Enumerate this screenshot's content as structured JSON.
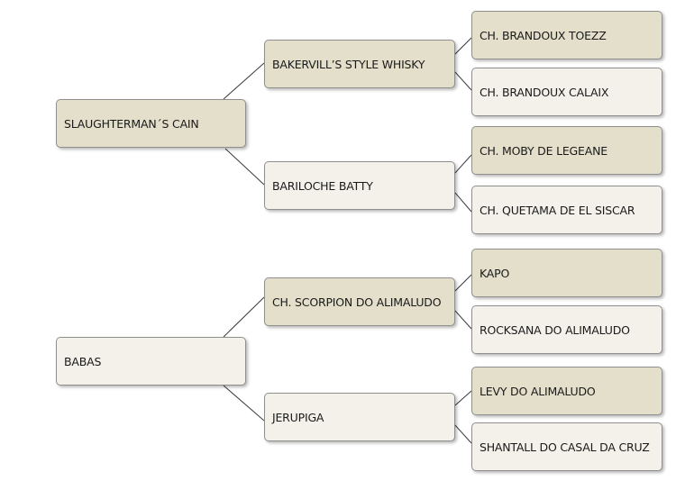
{
  "pedigrees": [
    {
      "name": "SLAUGHTERMAN´S CAIN",
      "tone": "dark",
      "sire": {
        "name": "BAKERVILL’S STYLE WHISKY",
        "tone": "dark",
        "sire": {
          "name": "CH. BRANDOUX TOEZZ",
          "tone": "dark"
        },
        "dam": {
          "name": "CH. BRANDOUX CALAIX",
          "tone": "light"
        }
      },
      "dam": {
        "name": "BARILOCHE BATTY",
        "tone": "light",
        "sire": {
          "name": "CH. MOBY DE LEGEANE",
          "tone": "dark"
        },
        "dam": {
          "name": "CH. QUETAMA DE EL SISCAR",
          "tone": "light"
        }
      }
    },
    {
      "name": "BABAS",
      "tone": "light",
      "sire": {
        "name": "CH. SCORPION DO ALIMALUDO",
        "tone": "dark",
        "sire": {
          "name": "KAPO",
          "tone": "dark"
        },
        "dam": {
          "name": "ROCKSANA DO ALIMALUDO",
          "tone": "light"
        }
      },
      "dam": {
        "name": "JERUPIGA",
        "tone": "light",
        "sire": {
          "name": "LEVY DO ALIMALUDO",
          "tone": "dark"
        },
        "dam": {
          "name": "SHANTALL DO CASAL DA CRUZ",
          "tone": "light"
        }
      }
    }
  ],
  "colors": {
    "dark_box": "#e3dfca",
    "light_box": "#f3f1e9",
    "border": "#8f8f8f",
    "line": "#3a3a3a"
  }
}
